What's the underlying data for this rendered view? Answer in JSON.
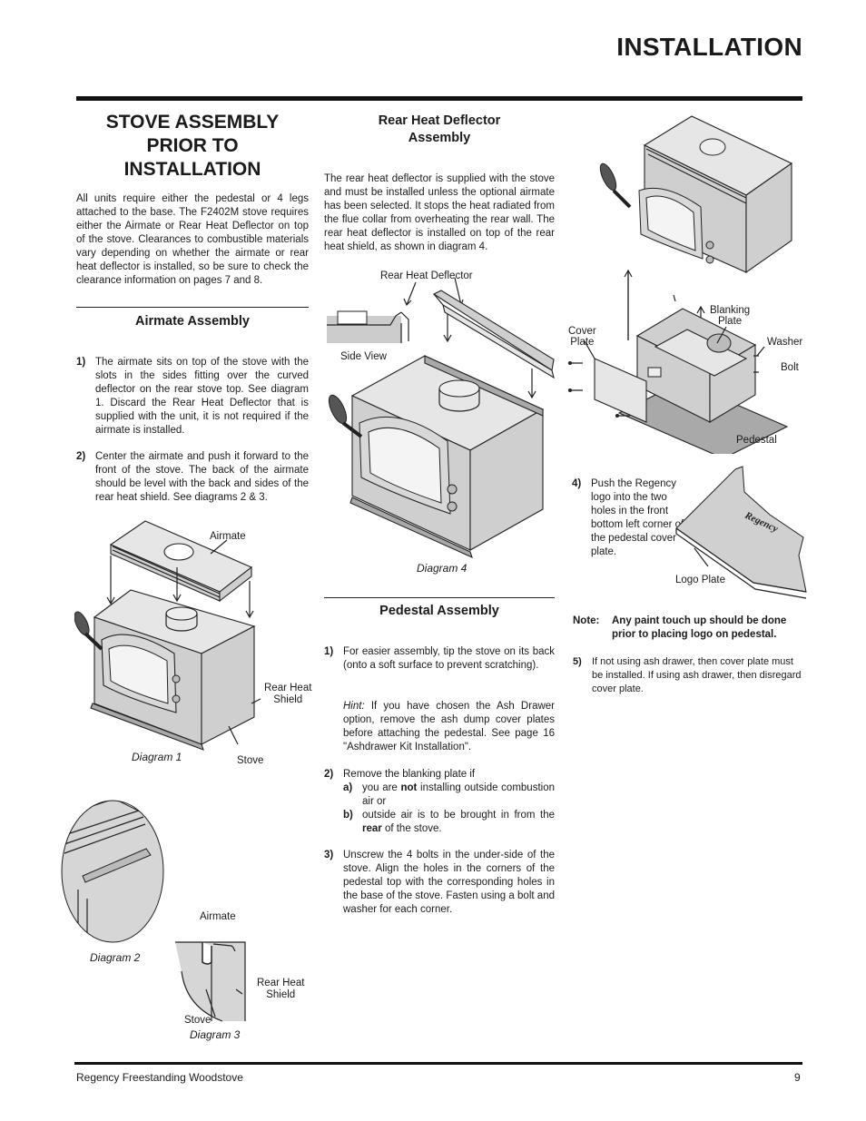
{
  "header": {
    "title": "INSTALLATION"
  },
  "section": {
    "title_line1": "STOVE ASSEMBLY",
    "title_line2": "PRIOR TO",
    "title_line3": "INSTALLATION",
    "intro": "All units require either the pedestal or 4 legs attached to the base. The F2402M stove requires either the Airmate or Rear Heat Deflector on top of the stove. Clearances to combustible materials vary depending on whether the airmate or rear heat deflector is installed, so be sure to check the clearance information on pages 7 and 8."
  },
  "airmate": {
    "heading": "Airmate Assembly",
    "step1_num": "1)",
    "step1": "The airmate sits on top of the stove with the slots in the sides fitting over the curved deflector on the rear stove top. See diagram 1. Discard the Rear Heat Deflector that is supplied with the unit, it is not required if the airmate is installed.",
    "step2_num": "2)",
    "step2": "Center the airmate and push it forward to the front of the stove. The back of the airmate should be level with the back and sides of the rear heat shield. See diagrams 2 & 3."
  },
  "diagram1": {
    "airmate": "Airmate",
    "rear_heat_l1": "Rear Heat",
    "rear_heat_l2": "Shield",
    "stove": "Stove",
    "caption": "Diagram 1"
  },
  "diagram2": {
    "caption": "Diagram 2"
  },
  "diagram3": {
    "airmate": "Airmate",
    "rear_heat_l1": "Rear Heat",
    "rear_heat_l2": "Shield",
    "stove": "Stove",
    "caption": "Diagram 3"
  },
  "rear_deflector": {
    "heading_l1": "Rear Heat Deflector",
    "heading_l2": "Assembly",
    "body": "The rear heat deflector is supplied with the stove and must be installed unless the optional airmate has been selected. It stops the heat radiated from the flue collar from overheating the rear wall. The rear heat deflector is installed on top of the rear heat shield, as shown in diagram 4."
  },
  "diagram4": {
    "deflector": "Rear Heat Deflector",
    "side_view": "Side View",
    "caption": "Diagram  4"
  },
  "pedestal": {
    "heading": "Pedestal Assembly",
    "step1_num": "1)",
    "step1": "For easier assembly, tip the stove on its back (onto a soft surface to prevent scratching).",
    "hint_label": "Hint:",
    "hint": "If you have chosen the Ash Drawer option, remove the ash dump cover plates before attaching the pedestal. See page 16 \"Ashdrawer Kit Installation\".",
    "step2_num": "2)",
    "step2": "Remove the blanking plate if",
    "step2a_num": "a)",
    "step2a_pre": "you are ",
    "step2a_bold": "not",
    "step2a_post": " installing outside combustion air or",
    "step2b_num": "b)",
    "step2b_pre": "outside air is to be brought in from the ",
    "step2b_bold": "rear",
    "step2b_post": " of the stove.",
    "step3_num": "3)",
    "step3": "Unscrew the 4 bolts in the under-side of the stove. Align the holes in the corners of the pedestal top with the corresponding holes in the base of the stove. Fasten using a bolt and washer for each corner."
  },
  "diagram5": {
    "cover_l1": "Cover",
    "cover_l2": "Plate",
    "blanking_l1": "Blanking",
    "blanking_l2": "Plate",
    "washer": "Washer",
    "bolt": "Bolt",
    "pedestal": "Pedestal"
  },
  "right": {
    "step4_num": "4)",
    "step4": "Push the Regency logo into the two holes in the front bottom left corner of the pedestal cover plate.",
    "logo_plate": "Logo Plate",
    "logo_text": "Regency",
    "note_label": "Note:",
    "note": "Any paint touch up should be done prior to placing logo on pedestal.",
    "step5_num": "5)",
    "step5": "If not using ash drawer, then cover plate must be installed. If using ash drawer, then disregard cover plate."
  },
  "footer": {
    "left": "Regency Freestanding Woodstove",
    "page": "9"
  }
}
